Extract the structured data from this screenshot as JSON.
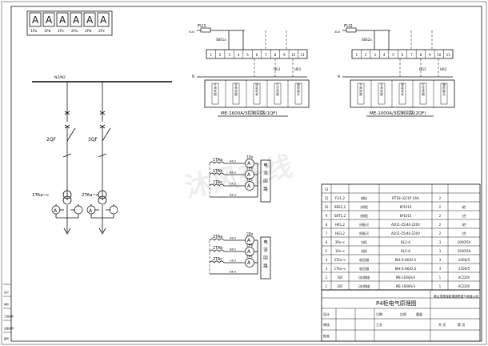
{
  "ammeter_labels": [
    "1Pa",
    "1Pb",
    "1Pc",
    "2Pa",
    "2Pb",
    "2Pc"
  ],
  "ammeter_glyph": "A",
  "busbar_label": "N3/N2",
  "breakers": [
    "2QF",
    "3QF"
  ],
  "ct_labels": [
    "1TAa~c",
    "2TAa~c"
  ],
  "ammeter_symbol": "A",
  "control_circuits": [
    {
      "fuse": "FU1",
      "supply": "3LN",
      "switch": "SBS1a",
      "terminals": [
        "1",
        "2",
        "3",
        "4",
        "5",
        "6",
        "7",
        "8",
        "9",
        "10",
        "11"
      ],
      "lamp_labels": [
        "HG1",
        "HR1"
      ],
      "neutral": "N",
      "caption": "ME-1600A/3控制回路(1QF)",
      "module_labels": [
        "分闸线圈",
        "合闸线圈",
        "储能电机",
        "欠压线圈",
        "辅助触点"
      ]
    },
    {
      "fuse": "FU2",
      "supply": "3LN",
      "switch": "SBS2a",
      "terminals": [
        "1",
        "2",
        "3",
        "4",
        "5",
        "6",
        "7",
        "8",
        "9",
        "10",
        "11"
      ],
      "lamp_labels": [
        "HG2",
        "HR2"
      ],
      "neutral": "N",
      "caption": "ME-1000A/3控制回路(2QF)",
      "module_labels": [
        "分闸线圈",
        "合闸线圈",
        "储能电机",
        "欠压线圈",
        "辅助触点"
      ]
    }
  ],
  "current_circuits": [
    {
      "cts": [
        "1TAa",
        "1TAb",
        "1TAc"
      ],
      "meters": [
        "1Pa",
        "1Pb",
        "1Pc"
      ],
      "wire_labels": [
        "A411",
        "B411",
        "C411",
        "N411"
      ],
      "label": "电流回路"
    },
    {
      "cts": [
        "2TAa",
        "2TAb",
        "2TAc"
      ],
      "meters": [
        "2Pa",
        "2Pb",
        "2Pc"
      ],
      "wire_labels": [
        "A421",
        "B421",
        "C421",
        "N421"
      ],
      "label": "电流回路"
    }
  ],
  "left_strip": [
    "设计",
    "审核",
    "工程名称",
    "设备名称",
    "图号"
  ],
  "watermark": "沐风在线",
  "bom": {
    "rows": [
      [
        "13",
        "",
        "",
        "",
        "",
        ""
      ],
      [
        "12",
        "FU1,2",
        "熔断器",
        "RT18-32/1P 16A",
        "2",
        ""
      ],
      [
        "10",
        "SBS1,2",
        "分闸按钮",
        "KP1010",
        "2",
        "绿色"
      ],
      [
        "9",
        "SBT1,2",
        "合闸按钮",
        "KP1010",
        "2",
        "红色"
      ],
      [
        "8",
        "HR1,2",
        "分闸指示灯",
        "AD11-25/40-220V",
        "2",
        "绿色"
      ],
      [
        "7",
        "HG1,2",
        "合闸指示灯",
        "AD11-25/40-220V",
        "2",
        "红色"
      ],
      [
        "6",
        "2Pa~c",
        "电流表",
        "6L2-A",
        "3",
        "1000/5A"
      ],
      [
        "5",
        "1Pa~c",
        "电流表",
        "6L2-A",
        "3",
        "1500/5A"
      ],
      [
        "4",
        "2TAa~c",
        "电流互感器",
        "BH-0.66/0.5",
        "3",
        "1000/5"
      ],
      [
        "3",
        "1TAa~c",
        "电流互感器",
        "BH-0.66/0.5",
        "3",
        "1500/5"
      ],
      [
        "2",
        "3QF",
        "万能式断路器",
        "ME-1000A/3",
        "1",
        "AC220V"
      ],
      [
        "1",
        "2QF",
        "万能式断路器",
        "ME-1600A/3",
        "1",
        "AC220V"
      ]
    ]
  },
  "title_block": {
    "company": "佛山市南海新增增用电气有限公司",
    "drawing_title": "P4柜电气原理图",
    "small_labels": [
      "设计",
      "审核",
      "批准",
      "日期",
      "工艺",
      "比例",
      "重量",
      "共 页",
      "第 页"
    ]
  }
}
